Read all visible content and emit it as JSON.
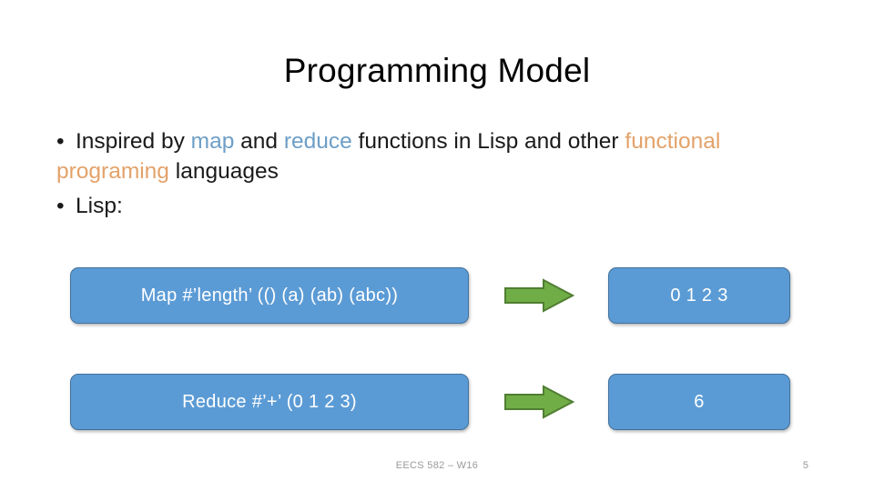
{
  "slide": {
    "title": "Programming Model",
    "bullets": [
      {
        "marker": "•",
        "segments": [
          {
            "text": "Inspired by ",
            "style": "normal"
          },
          {
            "text": "map",
            "style": "blue"
          },
          {
            "text": " and ",
            "style": "normal"
          },
          {
            "text": "reduce",
            "style": "blue"
          },
          {
            "text": " functions in Lisp and other ",
            "style": "normal"
          },
          {
            "text": "functional programing",
            "style": "orange"
          },
          {
            "text": " languages",
            "style": "normal"
          }
        ]
      },
      {
        "marker": "•",
        "segments": [
          {
            "text": "Lisp:",
            "style": "normal"
          }
        ]
      }
    ],
    "diagram": {
      "rows": [
        {
          "input_label": "Map #’length’ (() (a) (ab) (abc))",
          "arrow_label": "right-arrow",
          "output_label": "0 1 2 3"
        },
        {
          "input_label": "Reduce #’+’ (0 1 2 3)",
          "arrow_label": "right-arrow",
          "output_label": "6"
        }
      ]
    },
    "footer": {
      "course": "EECS 582 – W16",
      "page_number": "5"
    },
    "colors": {
      "box_fill": "#5B9BD5",
      "box_border": "#41719C",
      "arrow_fill": "#70AD47",
      "arrow_border": "#507E32",
      "accent_blue_text": "#6D9EC6",
      "accent_orange_text": "#E3A26A",
      "footer_gray": "#9A9A9A",
      "title_color": "#000000",
      "background": "#FFFFFF"
    }
  }
}
